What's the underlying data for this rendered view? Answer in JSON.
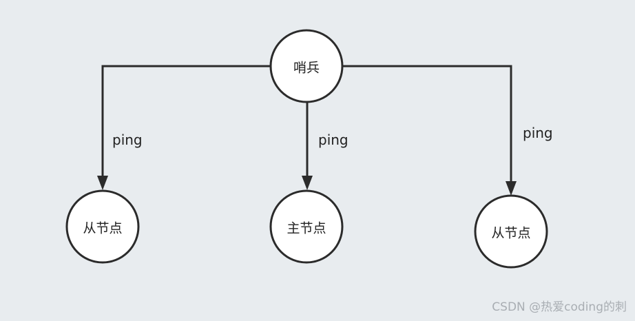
{
  "diagram": {
    "nodes": {
      "sentinel": "哨兵",
      "slave_left": "从节点",
      "master": "主节点",
      "slave_right": "从节点"
    },
    "edges": {
      "left": "ping",
      "middle": "ping",
      "right": "ping"
    }
  },
  "watermark": "CSDN @热爱coding的刺",
  "colors": {
    "background": "#e8ecef",
    "node_fill": "#ffffff",
    "stroke": "#2b2b2b",
    "watermark": "#a9aeb3"
  }
}
